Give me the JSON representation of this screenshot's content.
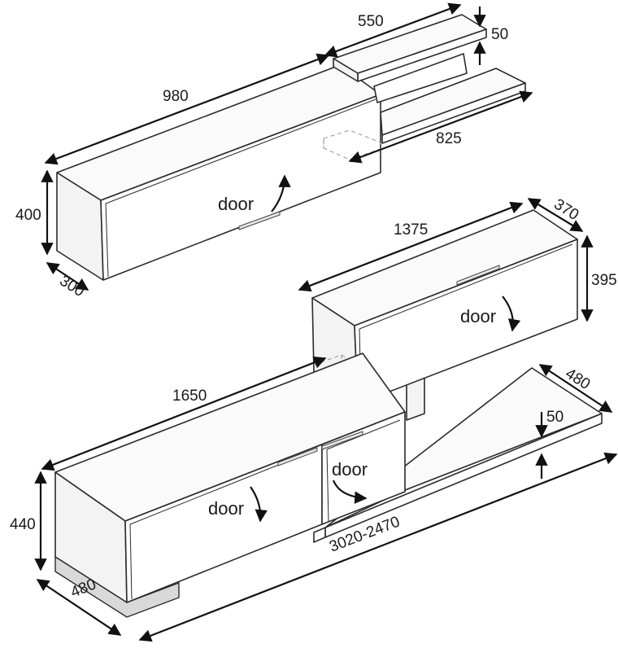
{
  "diagram": {
    "door_label": "door",
    "dimensions": {
      "top_unit_length": "980",
      "top_unit_height": "400",
      "top_unit_depth": "300",
      "shelf_length_upper": "550",
      "shelf_thickness_upper": "50",
      "shelf_length_lower": "825",
      "middle_unit_length": "1375",
      "middle_unit_depth": "370",
      "middle_unit_height": "395",
      "bottom_unit_length": "1650",
      "bottom_unit_height": "440",
      "bottom_unit_depth": "480",
      "bottom_shelf_depth": "480",
      "bottom_shelf_thickness": "50",
      "total_length": "3020-2470"
    }
  }
}
